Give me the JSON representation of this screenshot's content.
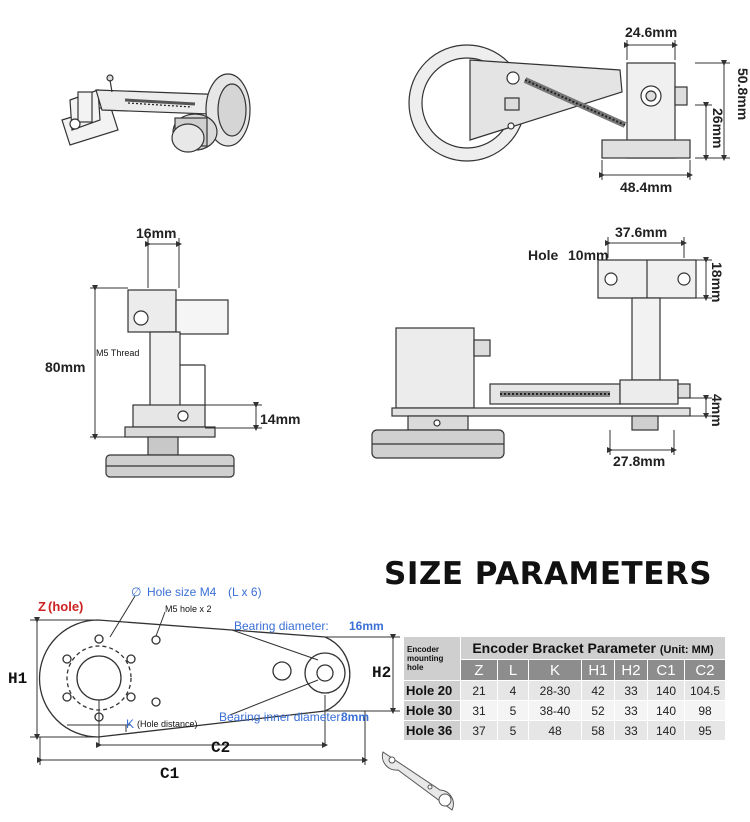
{
  "dims": {
    "d_24_6": "24.6mm",
    "d_50_8": "50.8mm",
    "d_26": "26mm",
    "d_48_4": "48.4mm",
    "d_16": "16mm",
    "d_80": "80mm",
    "m5_thread": "M5 Thread",
    "d_14": "14mm",
    "hole_label": "Hole",
    "d_10": "10mm",
    "d_37_6": "37.6mm",
    "d_18": "18mm",
    "d_4": "4mm",
    "d_27_8": "27.8mm"
  },
  "title": "SIZE PARAMETERS",
  "bracket_drawing": {
    "z_label": "Z",
    "z_hole": "(hole)",
    "hole_size": "Hole size M4",
    "hole_size_qty": "(L x 6)",
    "m5_hole": "M5 hole x 2",
    "bearing_diameter": "Bearing diameter:",
    "bearing_diameter_val": "16mm",
    "bearing_inner": "Bearing inner diameter:",
    "bearing_inner_val": "8mm",
    "k_label": "K",
    "k_desc": "(Hole distance)",
    "h1": "H1",
    "h2": "H2",
    "c1": "C1",
    "c2": "C2",
    "phi": "∅"
  },
  "table": {
    "mount_label": "Encoder mounting hole",
    "title": "Encoder Bracket Parameter",
    "unit": "(Unit: MM)",
    "columns": [
      "Z",
      "L",
      "K",
      "H1",
      "H2",
      "C1",
      "C2"
    ],
    "rows": [
      {
        "label": "Hole 20",
        "values": [
          "21",
          "4",
          "28-30",
          "42",
          "33",
          "140",
          "104.5"
        ]
      },
      {
        "label": "Hole 30",
        "values": [
          "31",
          "5",
          "38-40",
          "52",
          "33",
          "140",
          "98"
        ]
      },
      {
        "label": "Hole 36",
        "values": [
          "37",
          "5",
          "48",
          "58",
          "33",
          "140",
          "95"
        ]
      }
    ]
  }
}
